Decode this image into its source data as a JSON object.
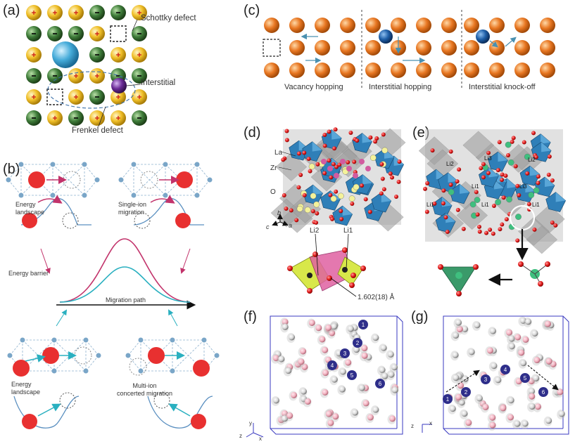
{
  "panel_labels": {
    "a": "(a)",
    "b": "(b)",
    "c": "(c)",
    "d": "(d)",
    "e": "(e)",
    "f": "(f)",
    "g": "(g)"
  },
  "panel_a": {
    "schottky_label": "Schottky defect",
    "interstitial_label": "Interstitial",
    "frenkel_label": "Frenkel defect",
    "grid": [
      [
        "y",
        "y",
        "y",
        "g",
        "g",
        "y"
      ],
      [
        "g",
        "g",
        "g",
        "y",
        "_",
        "g"
      ],
      [
        "y",
        "B",
        "B",
        "g",
        "y",
        "y"
      ],
      [
        "g",
        "g",
        "y",
        "y",
        "g",
        "g"
      ],
      [
        "y",
        "_",
        "y",
        "g",
        "y",
        "y"
      ],
      [
        "g",
        "y",
        "g",
        "y",
        "y",
        "g"
      ]
    ],
    "colors": {
      "yellow": "#f2c12e",
      "green": "#3f7d3a",
      "blue": "#4fb3e0",
      "purple": "#6a2a96"
    }
  },
  "panel_b": {
    "energy_landscape_top": "Energy\nlandscape",
    "single_ion": "Single-ion\nmigration",
    "energy_barrier": "Energy barrier",
    "migration_path": "Migration path",
    "energy_landscape_bottom": "Energy\nlandscape",
    "multi_ion": "Multi-ion\nconcerted migration",
    "colors": {
      "ion": "#e83030",
      "node": "#7aa6c8",
      "magenta": "#c2336b",
      "cyan": "#2ab0c0"
    }
  },
  "panel_c": {
    "vacancy": "Vacancy hopping",
    "interstitial_hopping": "Interstitial hopping",
    "knockoff": "Interstitial knock-off",
    "colors": {
      "orange": "#e87722",
      "blue": "#1f5fa8"
    }
  },
  "panel_d": {
    "la": "La",
    "zr": "Zr",
    "o": "O",
    "axis_b": "b",
    "axis_c": "c",
    "axis_a": "a",
    "li2": "Li2",
    "li1": "Li1",
    "distance": "1.602(18) Å"
  },
  "panel_e": {
    "li_labels": [
      "Li1",
      "Li1",
      "Li1",
      "Li1",
      "Li2",
      "Li2",
      "Li3",
      "Li3"
    ]
  },
  "panel_f": {
    "numbers": [
      "1",
      "2",
      "3",
      "4",
      "5",
      "6"
    ],
    "axis_y": "y",
    "axis_z": "z",
    "axis_x": "x"
  },
  "panel_g": {
    "numbers": [
      "1",
      "2",
      "3",
      "4",
      "5",
      "6"
    ],
    "axis_z": "z",
    "axis_x": "x"
  }
}
